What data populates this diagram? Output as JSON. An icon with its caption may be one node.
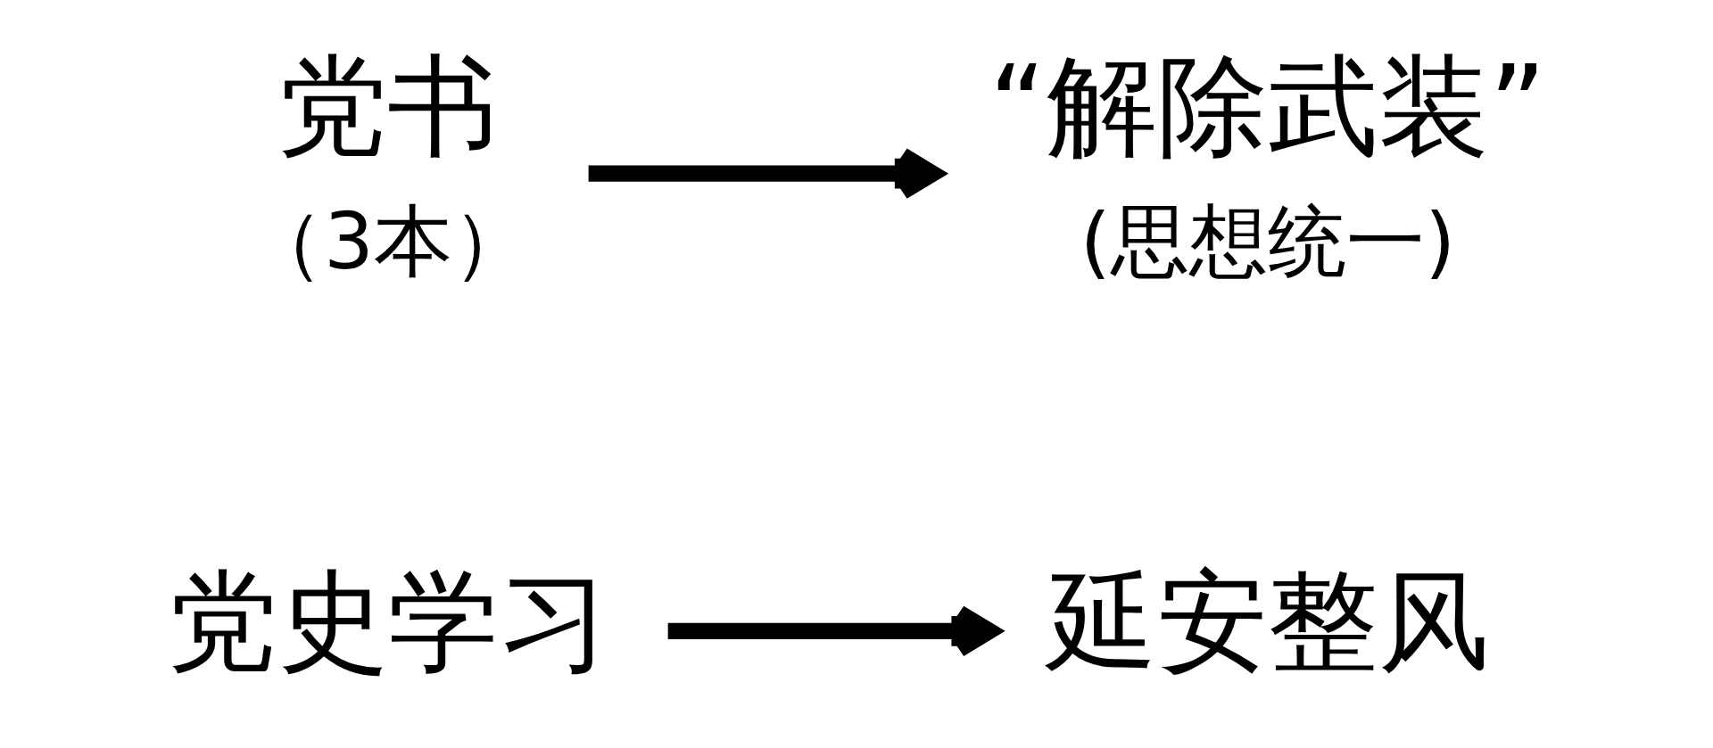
{
  "diagram": {
    "nodes": [
      {
        "text": [
          "党史学习"
        ]
      },
      {
        "text": [
          "延安整风"
        ]
      },
      {
        "text": [
          "党书"
        ],
        "beside": [
          "（3本）"
        ]
      },
      {
        "text": [
          "“解除武装”"
        ],
        "beside": [
          "(思想统一)"
        ]
      }
    ],
    "edges": [
      {
        "from": 0,
        "to": 1,
        "arrow": "to"
      },
      {
        "from": 2,
        "to": 3,
        "arrow": "to"
      }
    ]
  }
}
